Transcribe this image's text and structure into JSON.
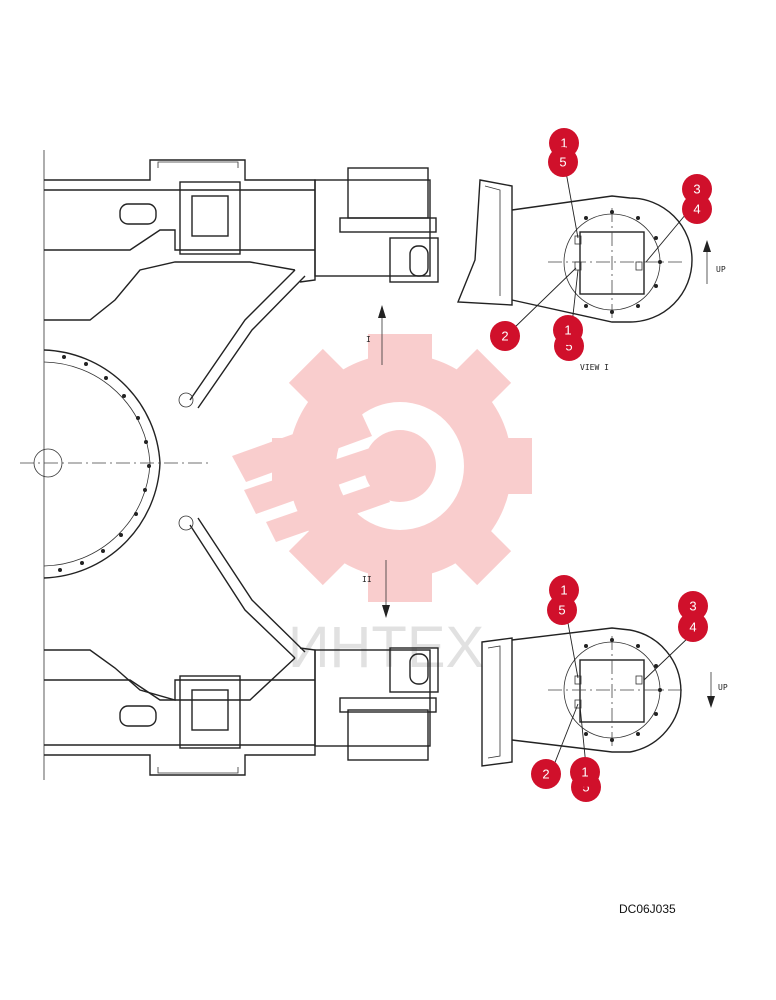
{
  "watermark": {
    "brand_text": "ИНТЕХ",
    "color": "#f28a8a"
  },
  "callout_color": "#d0102b",
  "view_labels": {
    "view_1": "VIEW I",
    "section_1": "I",
    "section_2": "II",
    "up_top": "UP",
    "up_bottom": "UP"
  },
  "callouts_top": [
    "1",
    "5",
    "3",
    "4",
    "2",
    "1",
    "5"
  ],
  "callouts_bottom": [
    "1",
    "5",
    "3",
    "4",
    "2",
    "1",
    "5"
  ],
  "drawing_ref": "DC06J035"
}
